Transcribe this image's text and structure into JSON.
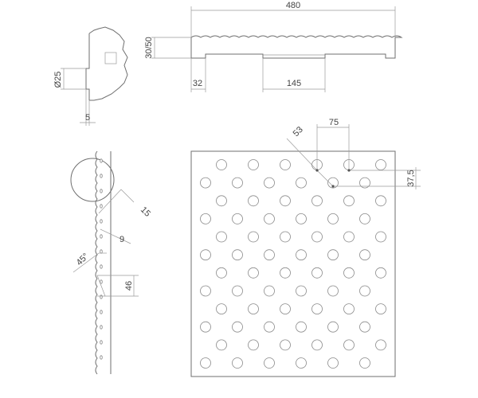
{
  "dimensions": {
    "total_width": "480",
    "thickness": "30/50",
    "edge_offset": "32",
    "slot_width": "145",
    "stud_diameter": "Ø25",
    "stud_height": "5",
    "profile_spacing": "15",
    "profile_step": "9",
    "bevel_angle": "45°",
    "profile_depth": "46",
    "diagonal_spacing": "53",
    "stud_pitch": "75",
    "row_offset": "37,5"
  },
  "plan": {
    "stud_rows": 12,
    "odd_row_count": 6,
    "even_row_count": 6
  }
}
